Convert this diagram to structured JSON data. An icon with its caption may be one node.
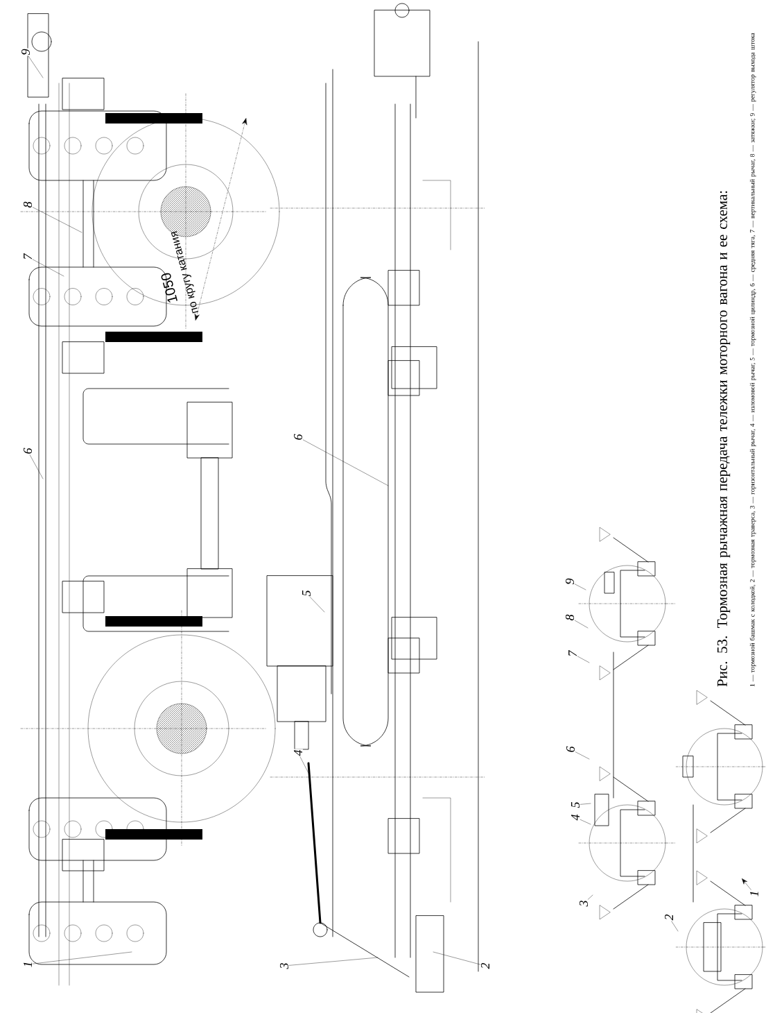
{
  "diagram": {
    "caption": "Рис. 53. Тормозная рычажная передача тележки моторного вагона и ее схема:",
    "nodes": [
      {
        "text": [
          "9"
        ]
      },
      {
        "text": [
          "8"
        ]
      },
      {
        "text": [
          "7"
        ]
      },
      {
        "text": [
          "6"
        ]
      },
      {
        "text": [
          "1"
        ]
      },
      {
        "text": [
          "6"
        ]
      },
      {
        "text": [
          "5"
        ]
      },
      {
        "text": [
          "4"
        ]
      },
      {
        "text": [
          "3"
        ]
      },
      {
        "text": [
          "2"
        ]
      },
      {
        "text": [
          "9"
        ]
      },
      {
        "text": [
          "8"
        ]
      },
      {
        "text": [
          "7"
        ]
      },
      {
        "text": [
          "6"
        ]
      },
      {
        "text": [
          "4"
        ]
      },
      {
        "text": [
          "5"
        ]
      },
      {
        "text": [
          "3"
        ]
      },
      {
        "text": [
          "2"
        ]
      },
      {
        "text": [
          "1"
        ]
      }
    ],
    "edges": [
      {
        "from": 0,
        "to": null,
        "arrow": "none"
      },
      {
        "from": 1,
        "to": null,
        "arrow": "none"
      },
      {
        "from": 2,
        "to": null,
        "arrow": "none"
      },
      {
        "from": 3,
        "to": null,
        "arrow": "none"
      },
      {
        "from": 4,
        "to": null,
        "arrow": "none"
      },
      {
        "from": 5,
        "to": null,
        "arrow": "none"
      },
      {
        "from": 6,
        "to": null,
        "arrow": "none"
      },
      {
        "from": 7,
        "to": null,
        "arrow": "none"
      },
      {
        "from": 8,
        "to": null,
        "arrow": "none"
      },
      {
        "from": 9,
        "to": null,
        "arrow": "none"
      },
      {
        "from": 10,
        "to": null,
        "arrow": "none"
      },
      {
        "from": 11,
        "to": null,
        "arrow": "none"
      },
      {
        "from": 12,
        "to": null,
        "arrow": "none"
      },
      {
        "from": 13,
        "to": null,
        "arrow": "none"
      },
      {
        "from": 14,
        "to": null,
        "arrow": "none"
      },
      {
        "from": 15,
        "to": null,
        "arrow": "none"
      },
      {
        "from": 16,
        "to": null,
        "arrow": "none"
      },
      {
        "from": 17,
        "to": null,
        "arrow": "none"
      },
      {
        "from": 18,
        "to": null,
        "arrow": "to"
      }
    ],
    "labels": [
      "1050",
      "по кругу катания",
      "1 — тормозной башмак с колодкой, 2 — тормозная траверса, 3 — горизонтальный рычаг, 4 — изломовой рычаг, 5 — тормозной цилиндр, 6 — средняя тяга, 7 — вертикальный рычаг, 8 — затяжки; 9 — регулятор выхода штока"
    ]
  }
}
